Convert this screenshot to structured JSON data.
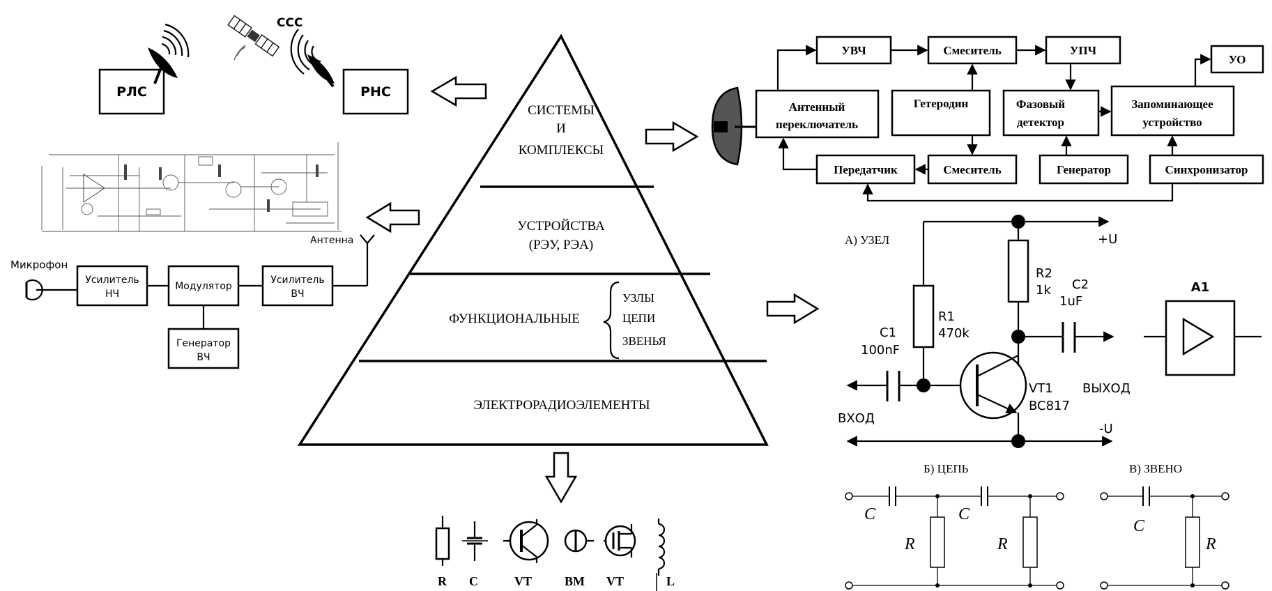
{
  "pyramid": {
    "level1_lines": [
      "СИСТЕМЫ",
      "И",
      "КОМПЛЕКСЫ"
    ],
    "level2_lines": [
      "УСТРОЙСТВА",
      "(РЭУ, РЭА)"
    ],
    "level3_label": "ФУНКЦИОНАЛЬНЫЕ",
    "level3_items": [
      "УЗЛЫ",
      "ЦЕПИ",
      "ЗВЕНЬЯ"
    ],
    "level4_label": "ЭЛЕКТРОРАДИОЭЛЕМЕНТЫ"
  },
  "systems": {
    "radar": "РЛС",
    "radionav": "РНС",
    "satellite": "ССС"
  },
  "radar_block": {
    "uvch": "УВЧ",
    "mixer_top": "Смеситель",
    "upch": "УПЧ",
    "uo": "УО",
    "switch": [
      "Антенный",
      "переключатель"
    ],
    "heterodyne": "Гетеродин",
    "phase_detector": [
      "Фазовый",
      "детектор"
    ],
    "memory": [
      "Запоминающее",
      "устройство"
    ],
    "transmitter": "Передатчик",
    "mixer_bottom": "Смеситель",
    "generator": "Генератор",
    "synchronizer": "Синхронизатор"
  },
  "transmitter_block": {
    "microphone": "Микрофон",
    "antenna": "Антенна",
    "amp_lf": [
      "Усилитель",
      "НЧ"
    ],
    "modulator": "Модулятор",
    "amp_hf": [
      "Усилитель",
      "ВЧ"
    ],
    "gen_hf": [
      "Генератор",
      "ВЧ"
    ]
  },
  "node_circuit": {
    "title": "А) УЗЕЛ",
    "plus": "+U",
    "minus": "-U",
    "r1": [
      "R1",
      "470k"
    ],
    "r2": [
      "R2",
      "1k"
    ],
    "c1": [
      "C1",
      "100nF"
    ],
    "c2": [
      "C2",
      "1uF"
    ],
    "vt": [
      "VT1",
      "BC817"
    ],
    "input": "ВХОД",
    "output": "ВЫХОД",
    "block": "A1"
  },
  "chain": {
    "title": "Б) ЦЕПЬ",
    "c": "C",
    "r": "R"
  },
  "link": {
    "title": "В) ЗВЕНО",
    "c": "C",
    "r": "R"
  },
  "elements": [
    "R",
    "C",
    "VT",
    "ВМ",
    "VT",
    "L"
  ]
}
